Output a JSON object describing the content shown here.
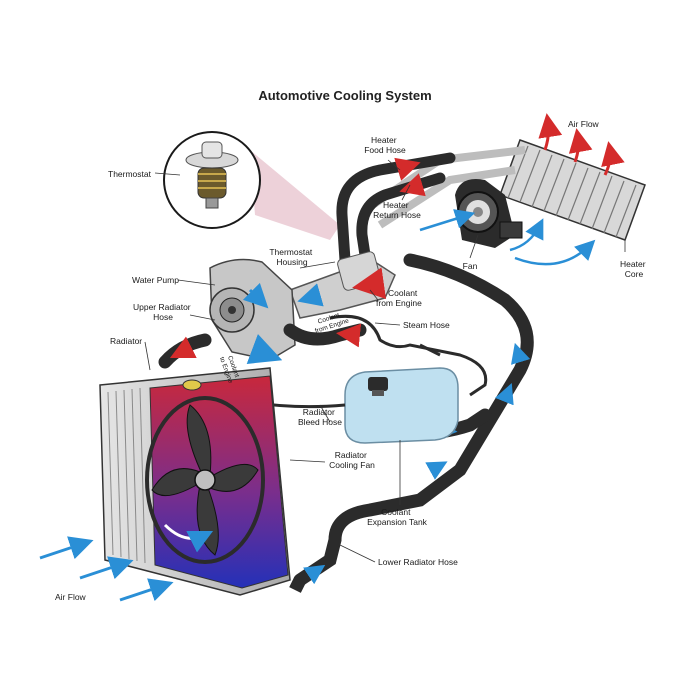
{
  "title": "Automotive Cooling System",
  "labels": {
    "thermostat": "Thermostat",
    "heater_food_hose": [
      "Heater",
      "Food Hose"
    ],
    "air_flow_top": "Air Flow",
    "heater_return_hose": [
      "Heater",
      "Return Hose"
    ],
    "thermostat_housing": [
      "Thermostat",
      "Housing"
    ],
    "fan": "Fan",
    "heater_core": [
      "Heater",
      "Core"
    ],
    "water_pump": "Water Pump",
    "coolant_from_engine": [
      "Coolant",
      "from Engine"
    ],
    "upper_radiator_hose": [
      "Upper Radiator",
      "Hose"
    ],
    "coolant_from_engine_small": [
      "Coolant",
      "from Engine"
    ],
    "steam_hose": "Steam Hose",
    "radiator": "Radiator",
    "coolant_to_engine": [
      "Coolant",
      "to Engine"
    ],
    "radiator_bleed_hose": [
      "Radiator",
      "Bleed Hose"
    ],
    "radiator_cooling_fan": [
      "Radiator",
      "Cooling Fan"
    ],
    "coolant_expansion_tank": [
      "Coolant",
      "Expansion Tank"
    ],
    "lower_radiator_hose": "Lower Radiator Hose",
    "air_flow_bottom": "Air Flow"
  },
  "colors": {
    "hose": "#2b2b2b",
    "hot_arrow": "#d42b2b",
    "cold_arrow": "#2a8fd6",
    "tank": "#bfe0f0",
    "radiator_hot": "#c8283c",
    "radiator_cold": "#2430b8",
    "metal": "#c9c9c9"
  },
  "icons": [
    "thermostat-icon",
    "water-pump-icon",
    "blower-fan-icon",
    "radiator-fan-icon"
  ]
}
